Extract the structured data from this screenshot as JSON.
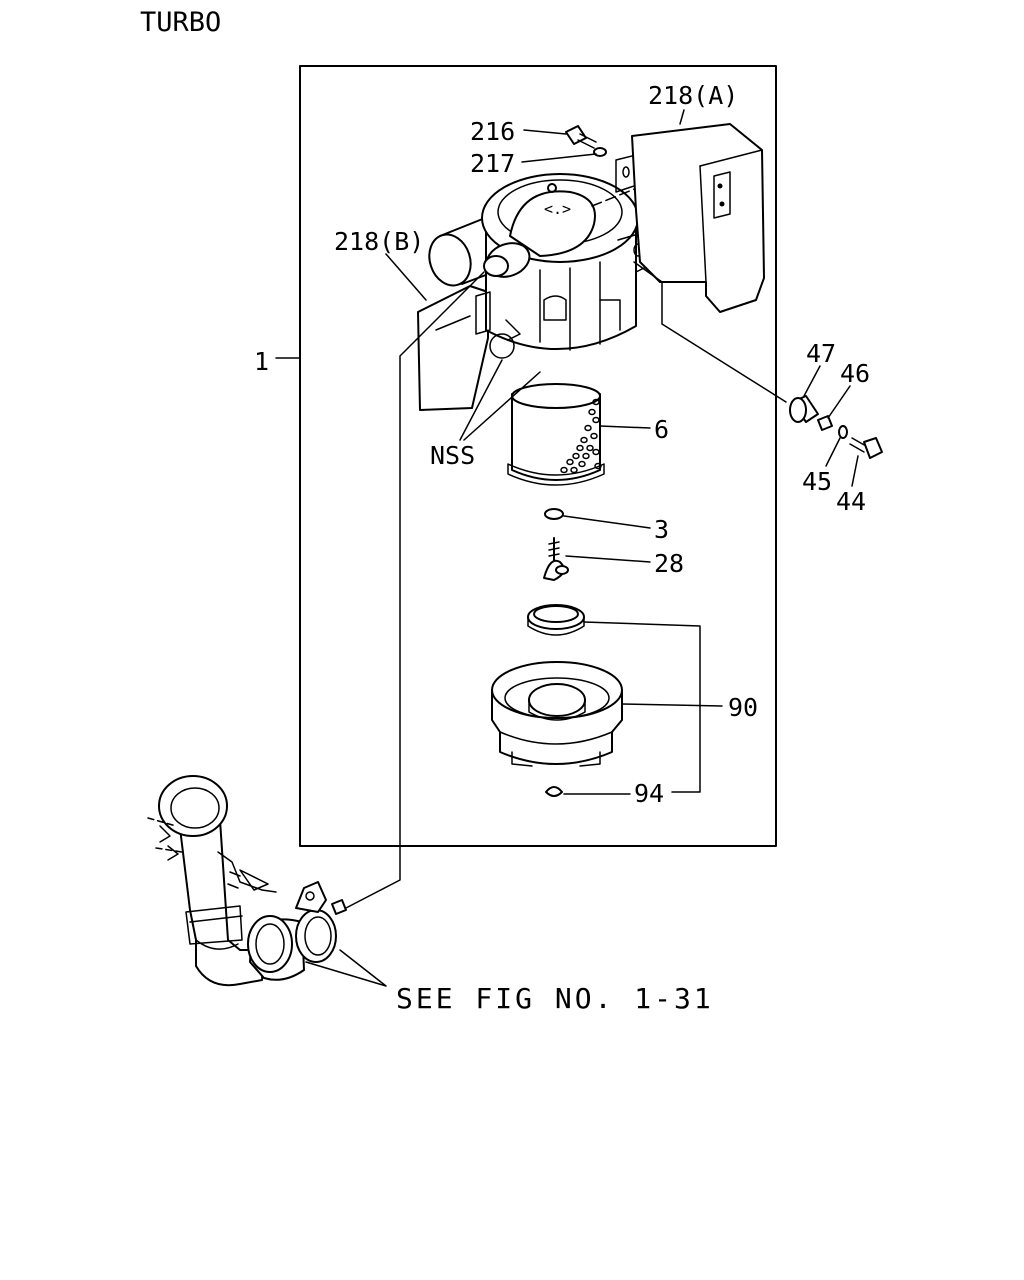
{
  "title": "TURBO",
  "callouts": {
    "c1": "1",
    "c3": "3",
    "c6": "6",
    "c28": "28",
    "c44": "44",
    "c45": "45",
    "c46": "46",
    "c47": "47",
    "c90": "90",
    "c94": "94",
    "c216": "216",
    "c217": "217",
    "c218a": "218(A)",
    "c218b": "218(B)",
    "nss": "NSS"
  },
  "reference_note": "SEE FIG NO. 1-31"
}
